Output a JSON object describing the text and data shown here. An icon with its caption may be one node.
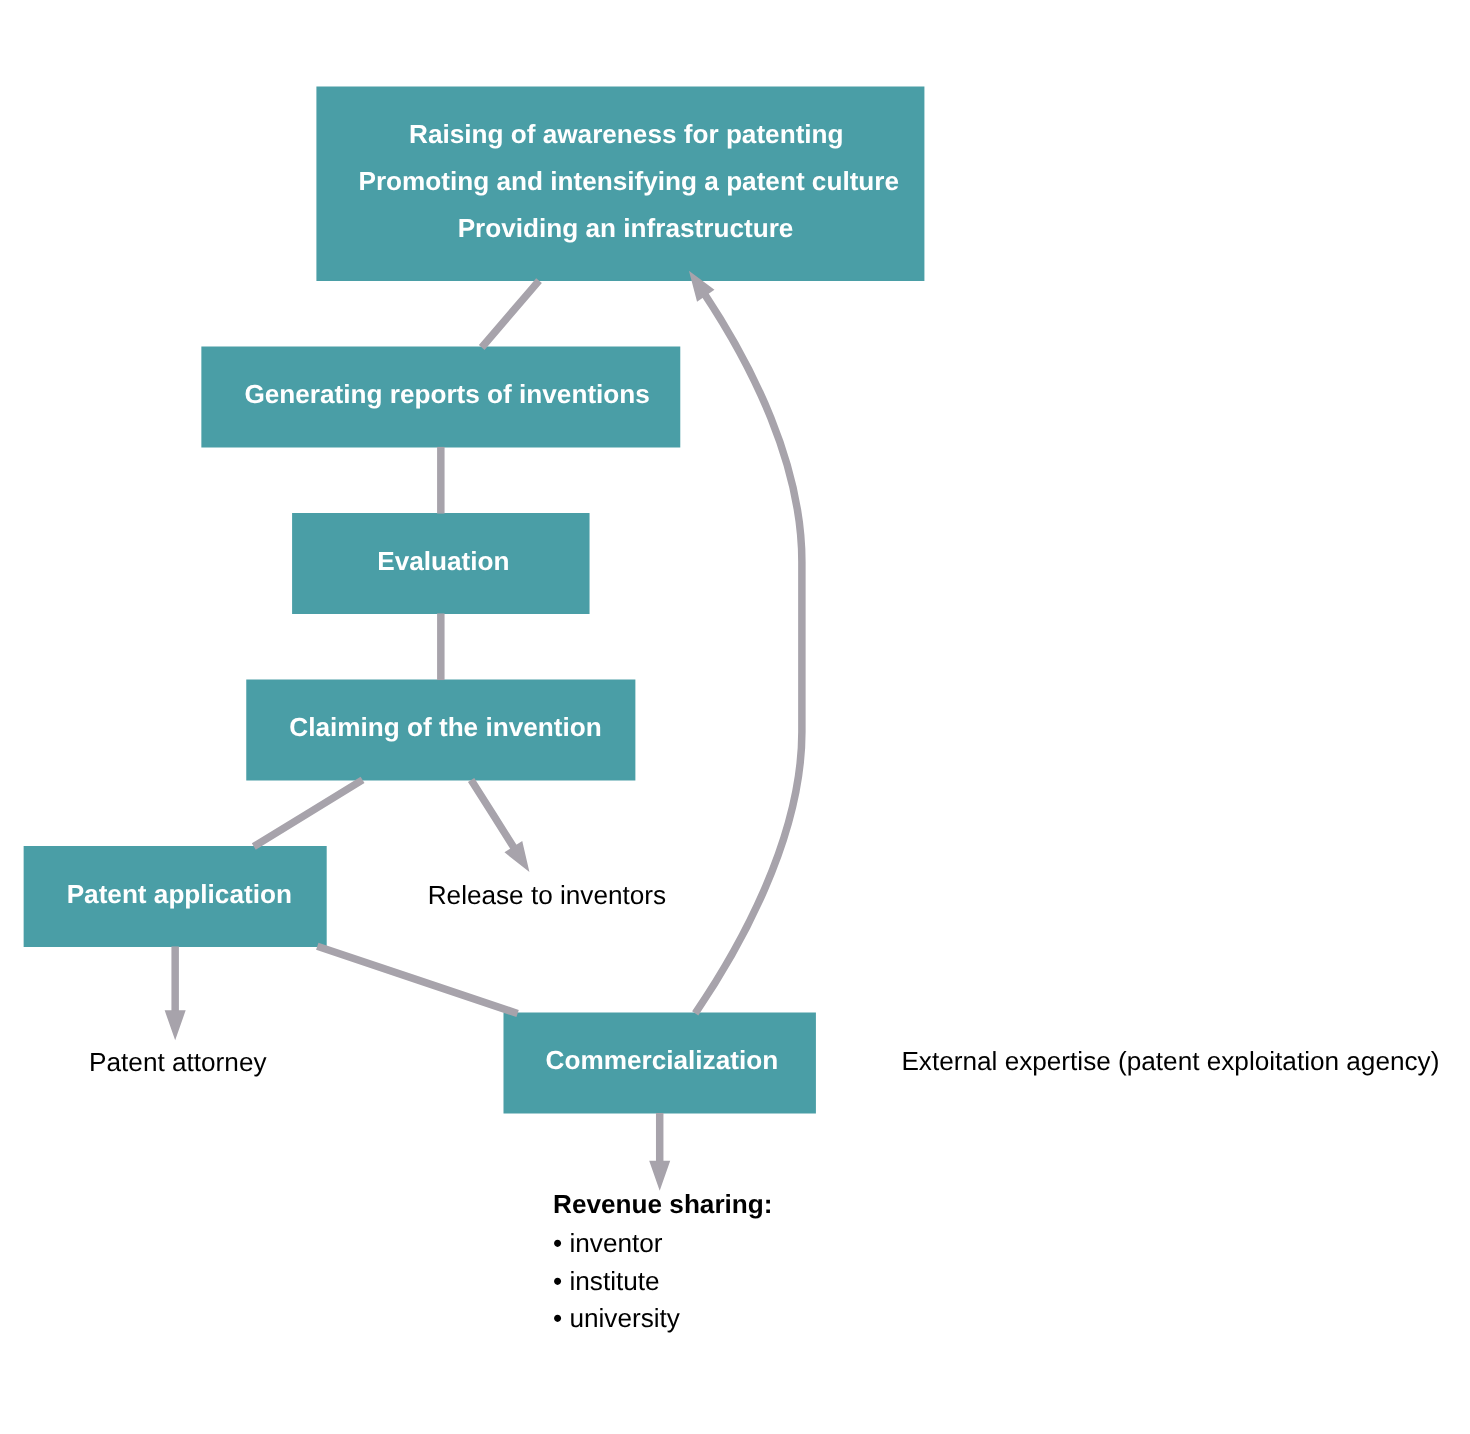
{
  "diagram": {
    "nodes": [
      {
        "text": [
          "Raising of awareness for patenting",
          "Promoting and intensifying a patent culture",
          "Providing an infrastructure"
        ]
      },
      {
        "text": [
          "Generating reports of inventions"
        ]
      },
      {
        "text": [
          "Evaluation"
        ]
      },
      {
        "text": [
          "Claiming of the invention"
        ]
      },
      {
        "text": [
          "Patent application"
        ]
      },
      {
        "text": [
          "Commercialization"
        ]
      },
      {
        "text": [
          "Revenue sharing:",
          "• inventor",
          "• institute",
          "• university"
        ]
      },
      {
        "text": [
          "Patent attorney"
        ]
      },
      {
        "text": [
          "Release to inventors"
        ]
      }
    ],
    "edges": [
      {
        "from": 0,
        "to": 1,
        "arrow": "none"
      },
      {
        "from": 1,
        "to": 2,
        "arrow": "none"
      },
      {
        "from": 2,
        "to": 3,
        "arrow": "none"
      },
      {
        "from": 3,
        "to": 4,
        "arrow": "none"
      },
      {
        "from": 4,
        "to": 5,
        "arrow": "none"
      },
      {
        "from": 5,
        "to": 0,
        "arrow": "to"
      },
      {
        "from": 5,
        "to": 6,
        "arrow": "to"
      },
      {
        "from": 4,
        "to": 7,
        "arrow": "to"
      },
      {
        "from": 3,
        "to": 8,
        "arrow": "to"
      }
    ],
    "labels": [
      "External expertise (patent exploitation agency)"
    ]
  }
}
